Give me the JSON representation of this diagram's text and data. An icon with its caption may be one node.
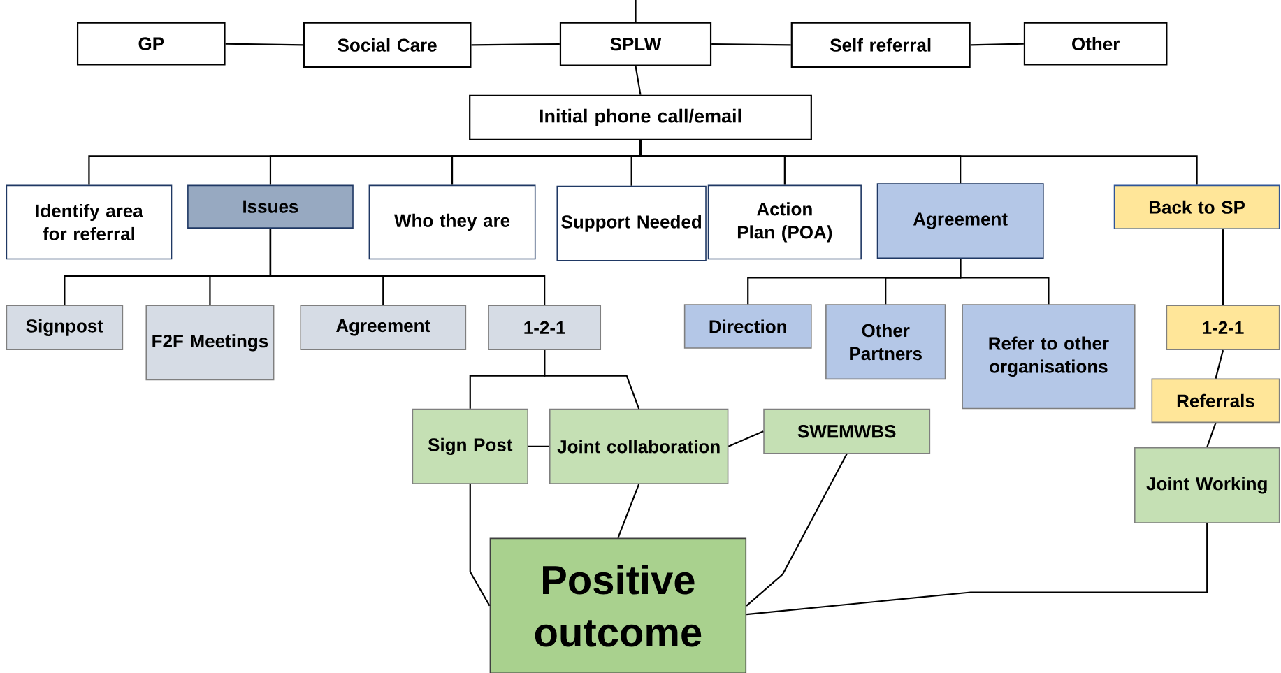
{
  "diagram": {
    "nodes": [
      {
        "text": [
          "GP"
        ]
      },
      {
        "text": [
          "Social Care"
        ]
      },
      {
        "text": [
          "SPLW"
        ]
      },
      {
        "text": [
          "Self referral"
        ]
      },
      {
        "text": [
          "Other"
        ]
      },
      {
        "text": [
          "Initial phone call/email"
        ]
      },
      {
        "text": [
          "Identify area for referral"
        ]
      },
      {
        "text": [
          "Issues"
        ]
      },
      {
        "text": [
          "Who they are"
        ]
      },
      {
        "text": [
          "Support Needed"
        ]
      },
      {
        "text": [
          "Action Plan (POA)"
        ]
      },
      {
        "text": [
          "Agreement"
        ]
      },
      {
        "text": [
          "Back to SP"
        ]
      },
      {
        "text": [
          "Signpost"
        ]
      },
      {
        "text": [
          "F2F Meetings"
        ]
      },
      {
        "text": [
          "Agreement"
        ]
      },
      {
        "text": [
          "1-2-1"
        ]
      },
      {
        "text": [
          "Direction"
        ]
      },
      {
        "text": [
          "Other Partners"
        ]
      },
      {
        "text": [
          "Refer to other organisations"
        ]
      },
      {
        "text": [
          "1-2-1"
        ]
      },
      {
        "text": [
          "Referrals"
        ]
      },
      {
        "text": [
          "Sign Post"
        ]
      },
      {
        "text": [
          "Joint collaboration"
        ]
      },
      {
        "text": [
          "SWEMWBS"
        ]
      },
      {
        "text": [
          "Joint Working"
        ]
      },
      {
        "text": [
          "Positive outcome"
        ]
      }
    ],
    "edges": [
      {
        "from": 0,
        "to": 1,
        "arrow": "none"
      },
      {
        "from": 1,
        "to": 2,
        "arrow": "none"
      },
      {
        "from": 2,
        "to": 3,
        "arrow": "none"
      },
      {
        "from": 3,
        "to": 4,
        "arrow": "none"
      },
      {
        "from": 2,
        "to": null,
        "arrow": "none"
      },
      {
        "from": 2,
        "to": 5,
        "arrow": "none"
      },
      {
        "from": 5,
        "to": 6,
        "arrow": "none"
      },
      {
        "from": 5,
        "to": 7,
        "arrow": "none"
      },
      {
        "from": 5,
        "to": 8,
        "arrow": "none"
      },
      {
        "from": 5,
        "to": 9,
        "arrow": "none"
      },
      {
        "from": 5,
        "to": 10,
        "arrow": "none"
      },
      {
        "from": 5,
        "to": 11,
        "arrow": "none"
      },
      {
        "from": 5,
        "to": 12,
        "arrow": "none"
      },
      {
        "from": 7,
        "to": 13,
        "arrow": "none"
      },
      {
        "from": 7,
        "to": 14,
        "arrow": "none"
      },
      {
        "from": 7,
        "to": 15,
        "arrow": "none"
      },
      {
        "from": 7,
        "to": 16,
        "arrow": "none"
      },
      {
        "from": 11,
        "to": 17,
        "arrow": "none"
      },
      {
        "from": 11,
        "to": 18,
        "arrow": "none"
      },
      {
        "from": 11,
        "to": 19,
        "arrow": "none"
      },
      {
        "from": 12,
        "to": 20,
        "arrow": "none"
      },
      {
        "from": 20,
        "to": 21,
        "arrow": "none"
      },
      {
        "from": 21,
        "to": 25,
        "arrow": "none"
      },
      {
        "from": 16,
        "to": 22,
        "arrow": "none"
      },
      {
        "from": 16,
        "to": 23,
        "arrow": "none"
      },
      {
        "from": 22,
        "to": 23,
        "arrow": "none"
      },
      {
        "from": 23,
        "to": 24,
        "arrow": "none"
      },
      {
        "from": 22,
        "to": 26,
        "arrow": "none"
      },
      {
        "from": 23,
        "to": 26,
        "arrow": "none"
      },
      {
        "from": 24,
        "to": 26,
        "arrow": "none"
      },
      {
        "from": 25,
        "to": 26,
        "arrow": "none"
      }
    ]
  }
}
